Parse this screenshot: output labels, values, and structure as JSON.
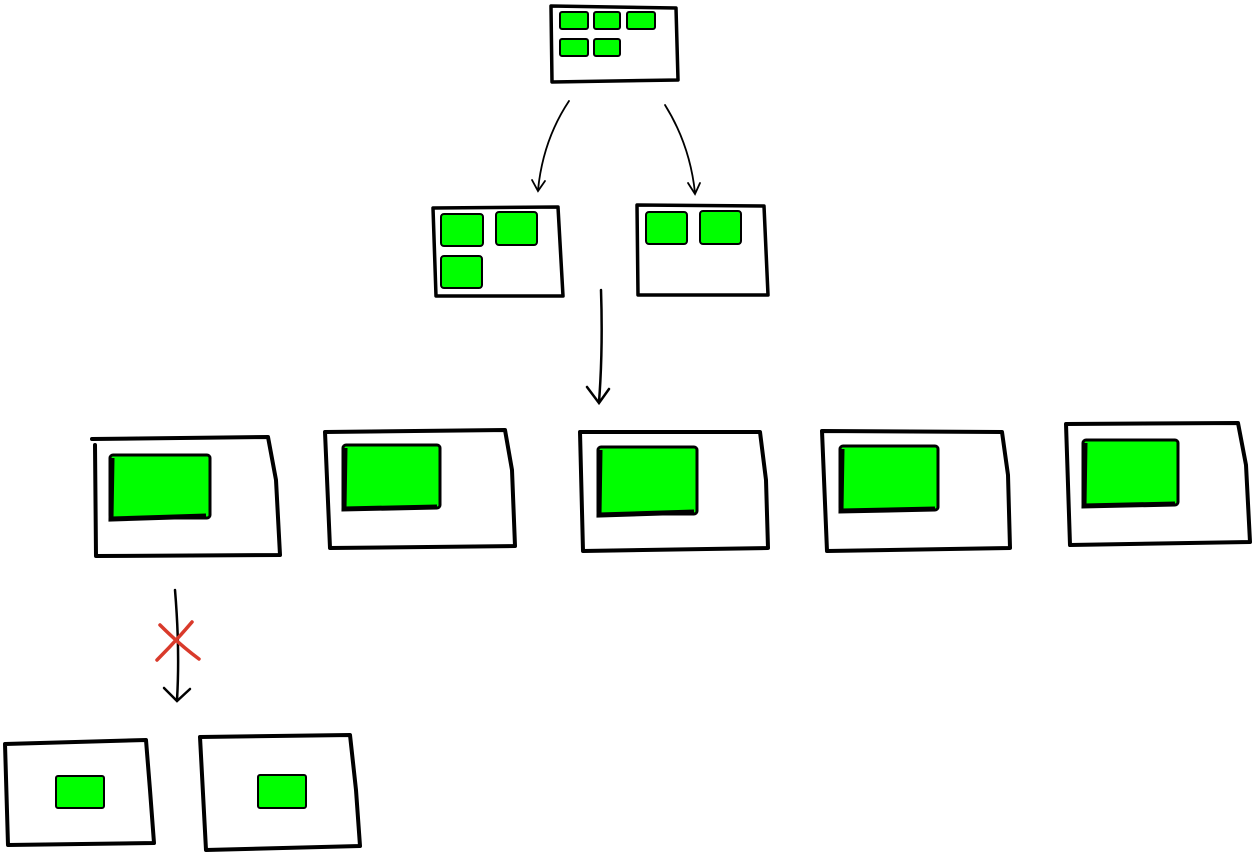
{
  "colors": {
    "tile_fill": "#00ff00",
    "outline": "#000000",
    "background": "#ffffff",
    "blocked_mark": "#d93a2b"
  },
  "diagram": {
    "root": {
      "tiles": 5
    },
    "level2": [
      {
        "tiles": 3
      },
      {
        "tiles": 2
      }
    ],
    "level3": [
      {
        "tiles": 1
      },
      {
        "tiles": 1
      },
      {
        "tiles": 1
      },
      {
        "tiles": 1
      },
      {
        "tiles": 1
      }
    ],
    "level4": [
      {
        "tiles": 1
      },
      {
        "tiles": 1
      }
    ],
    "blocked_transition": "level3-to-level4"
  }
}
